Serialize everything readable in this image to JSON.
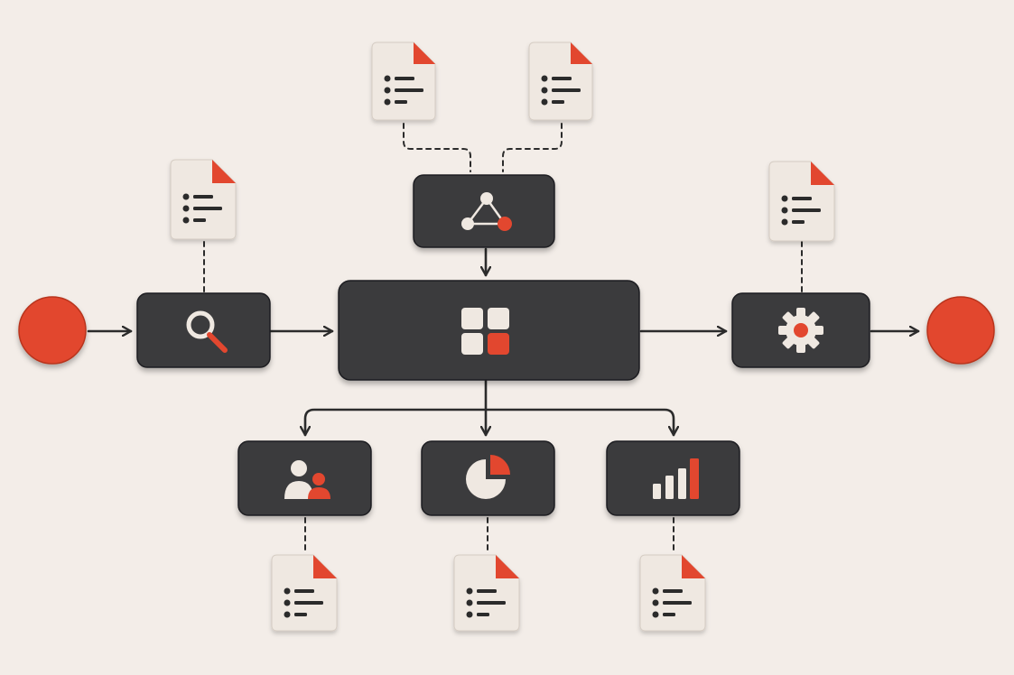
{
  "diagram": {
    "kind": "flowchart",
    "colors": {
      "background": "#f3ede8",
      "node_fill": "#3a3a3c",
      "node_stroke": "#1f1f20",
      "accent": "#e2472f",
      "icon_light": "#efe8e1",
      "doc_fill": "#efe8e1",
      "line": "#2b2b2b"
    },
    "nodes": [
      {
        "id": "start",
        "shape": "circle",
        "icon": "start-circle"
      },
      {
        "id": "search",
        "shape": "rounded-rect",
        "icon": "magnifier-icon"
      },
      {
        "id": "network",
        "shape": "rounded-rect",
        "icon": "network-triangle-icon"
      },
      {
        "id": "hub",
        "shape": "rounded-rect",
        "icon": "grid-tiles-icon"
      },
      {
        "id": "settings",
        "shape": "rounded-rect",
        "icon": "gear-icon"
      },
      {
        "id": "end",
        "shape": "circle",
        "icon": "end-circle"
      },
      {
        "id": "users",
        "shape": "rounded-rect",
        "icon": "users-icon"
      },
      {
        "id": "pie",
        "shape": "rounded-rect",
        "icon": "pie-chart-icon"
      },
      {
        "id": "bars",
        "shape": "rounded-rect",
        "icon": "bar-chart-icon"
      }
    ],
    "documents": [
      {
        "id": "doc-top-left",
        "icon": "document-icon",
        "attached_to": "network"
      },
      {
        "id": "doc-top-right",
        "icon": "document-icon",
        "attached_to": "network"
      },
      {
        "id": "doc-search",
        "icon": "document-icon",
        "attached_to": "search"
      },
      {
        "id": "doc-settings",
        "icon": "document-icon",
        "attached_to": "settings"
      },
      {
        "id": "doc-users",
        "icon": "document-icon",
        "attached_to": "users"
      },
      {
        "id": "doc-pie",
        "icon": "document-icon",
        "attached_to": "pie"
      },
      {
        "id": "doc-bars",
        "icon": "document-icon",
        "attached_to": "bars"
      }
    ],
    "edges": [
      {
        "from": "start",
        "to": "search",
        "style": "solid-arrow"
      },
      {
        "from": "search",
        "to": "hub",
        "style": "solid-arrow"
      },
      {
        "from": "network",
        "to": "hub",
        "style": "solid-arrow"
      },
      {
        "from": "hub",
        "to": "settings",
        "style": "solid-arrow"
      },
      {
        "from": "settings",
        "to": "end",
        "style": "solid-arrow"
      },
      {
        "from": "hub",
        "to": "users",
        "style": "solid-arrow"
      },
      {
        "from": "hub",
        "to": "pie",
        "style": "solid-arrow"
      },
      {
        "from": "hub",
        "to": "bars",
        "style": "solid-arrow"
      },
      {
        "from": "doc-top-left",
        "to": "network",
        "style": "dashed"
      },
      {
        "from": "doc-top-right",
        "to": "network",
        "style": "dashed"
      },
      {
        "from": "doc-search",
        "to": "search",
        "style": "dashed"
      },
      {
        "from": "doc-settings",
        "to": "settings",
        "style": "dashed"
      },
      {
        "from": "doc-users",
        "to": "users",
        "style": "dashed"
      },
      {
        "from": "doc-pie",
        "to": "pie",
        "style": "dashed"
      },
      {
        "from": "doc-bars",
        "to": "bars",
        "style": "dashed"
      }
    ]
  }
}
